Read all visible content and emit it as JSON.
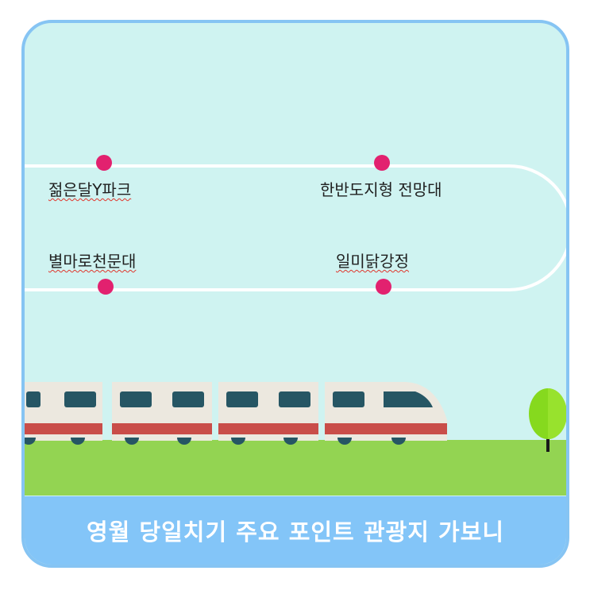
{
  "places": {
    "top_left": "젊은달Y파크",
    "top_right": "한반도지형 전망대",
    "bottom_left": "별마로천문대",
    "bottom_right": "일미닭강정"
  },
  "caption": "영월 당일치기 주요 포인트 관광지 가보니",
  "colors": {
    "sky": "#cff3f1",
    "border": "#86c4f3",
    "marker": "#e2216f",
    "grass": "#93d452",
    "caption_bar": "#83c5f8",
    "train_body": "#ece8df",
    "train_stripe": "#c94d49",
    "train_window": "#265664",
    "tree": "#86d91e"
  }
}
